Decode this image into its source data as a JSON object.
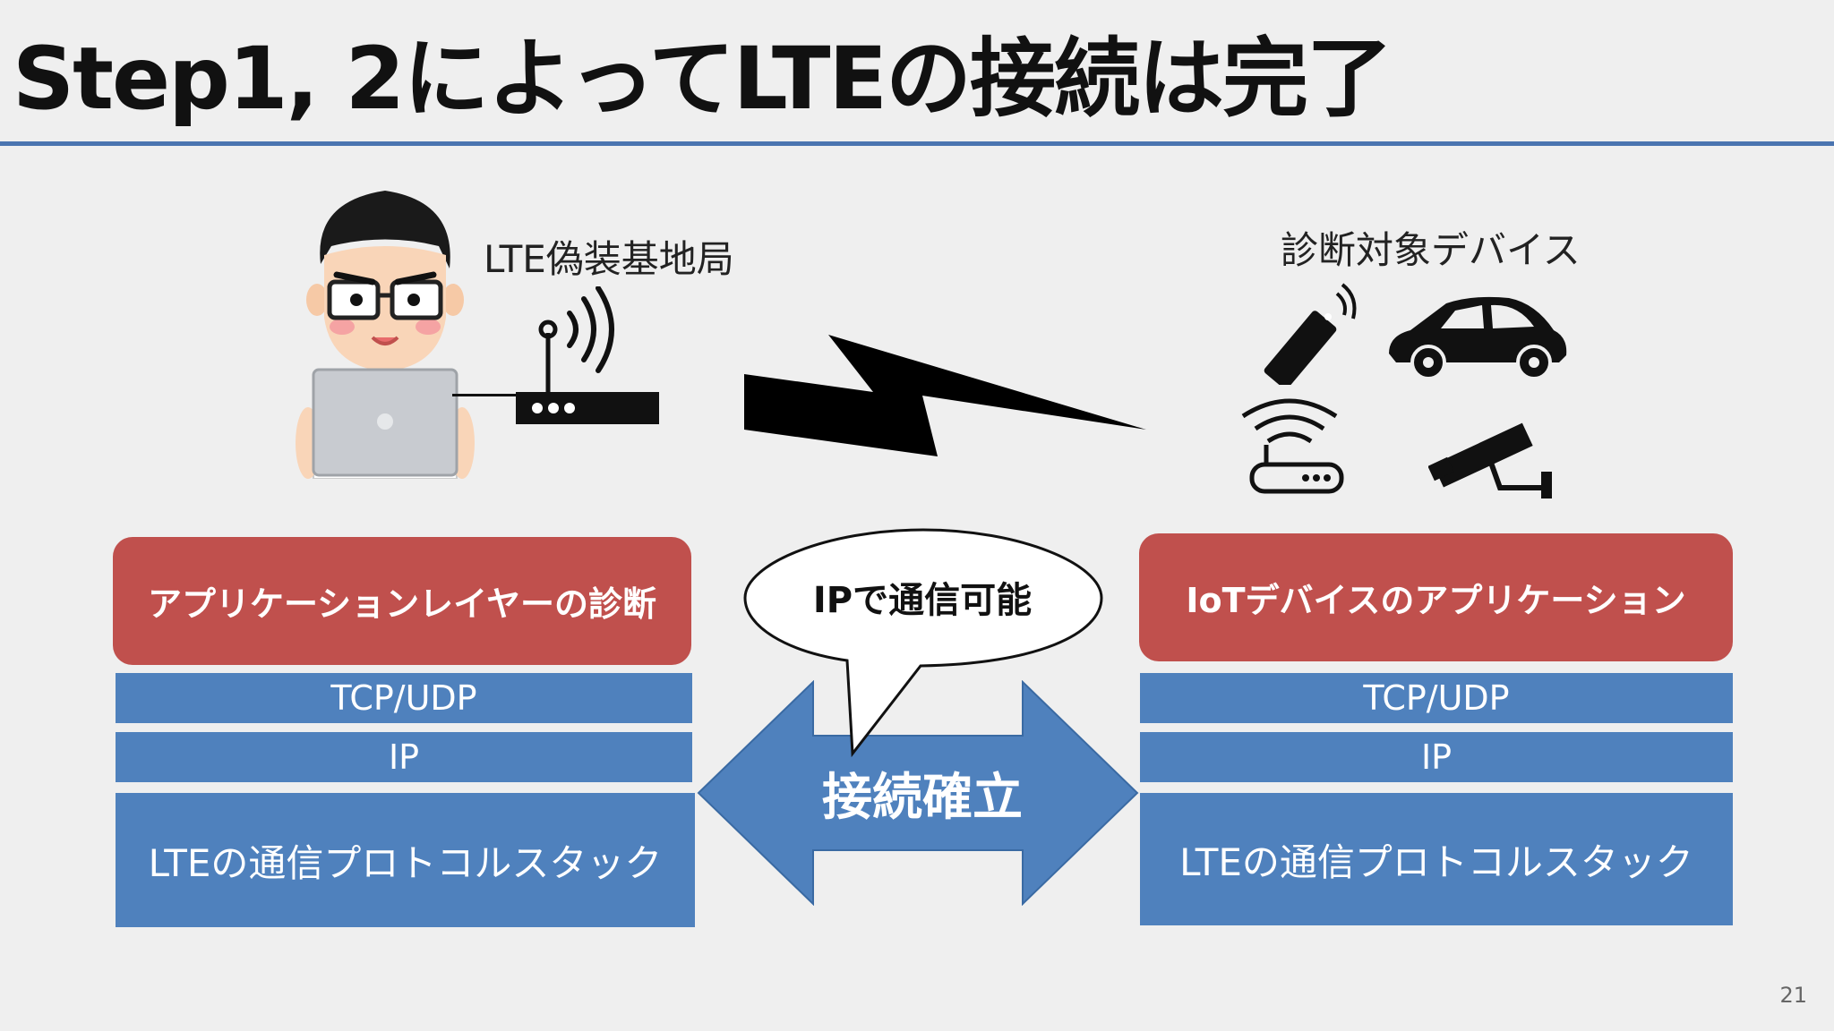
{
  "title": "Step1, 2によってLTEの接続は完了",
  "left": {
    "label": "LTE偽装基地局",
    "stack": {
      "app": "アプリケーションレイヤーの診断",
      "tcp": "TCP/UDP",
      "ip": "IP",
      "lte": "LTEの通信プロトコルスタック"
    }
  },
  "right": {
    "label": "診断対象デバイス",
    "stack": {
      "app": "IoTデバイスのアプリケーション",
      "tcp": "TCP/UDP",
      "ip": "IP",
      "lte": "LTEの通信プロトコルスタック"
    }
  },
  "center": {
    "bubble": "IPで通信可能",
    "arrow": "接続確立"
  },
  "page_number": "21",
  "colors": {
    "accent_blue": "#4f81bd",
    "accent_red": "#c0504d",
    "title_rule": "#4a74b0"
  }
}
